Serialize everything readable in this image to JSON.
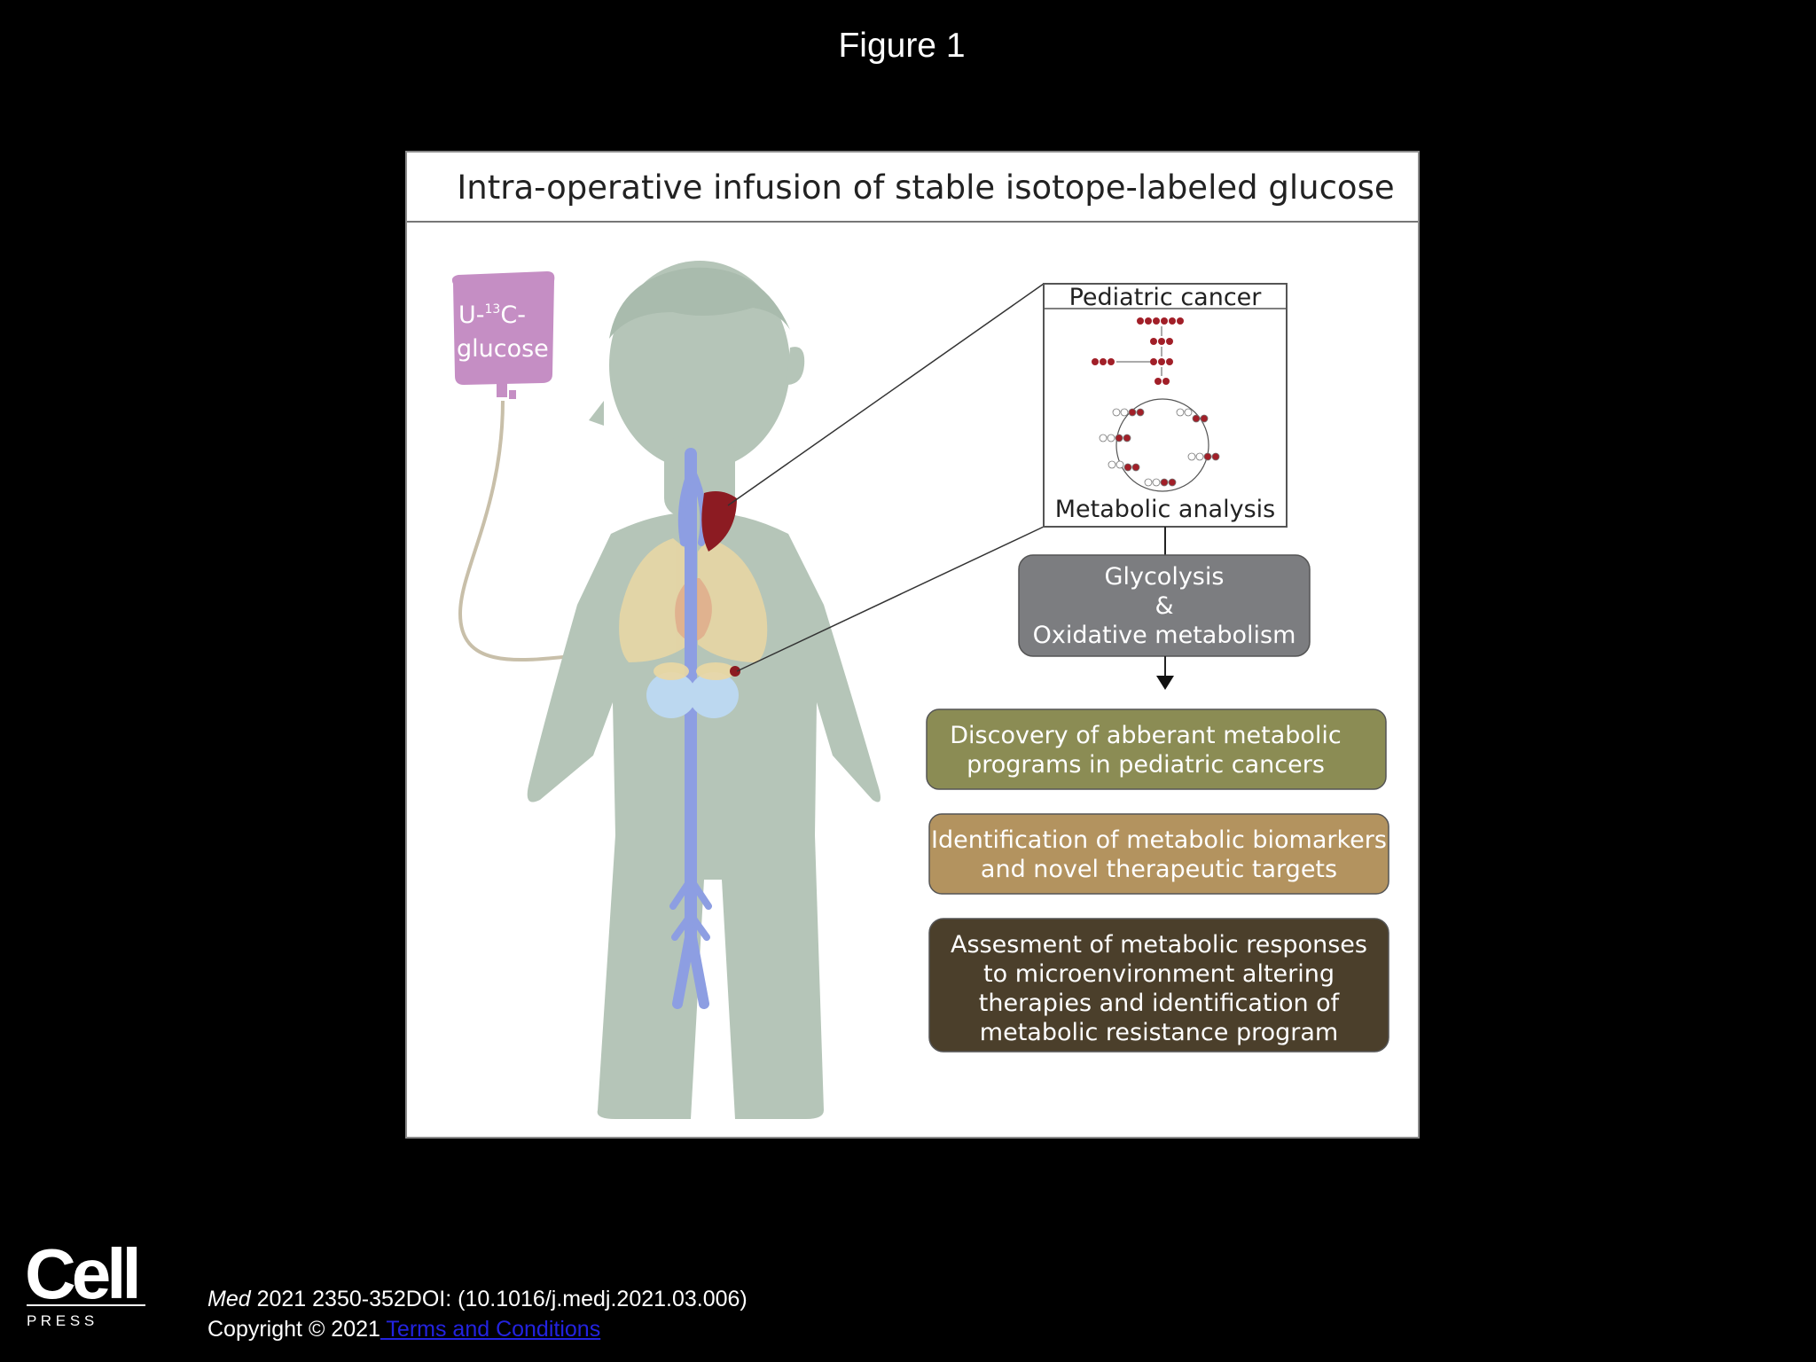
{
  "slide": {
    "title": "Figure 1"
  },
  "figure": {
    "heading": "Intra-operative infusion of stable isotope-labeled glucose",
    "iv_bag": {
      "line1": "U-",
      "superscript": "13",
      "line1_suffix": "C-",
      "line2": "glucose",
      "color": "#c58ec4"
    },
    "inset": {
      "title": "Pediatric cancer",
      "caption": "Metabolic analysis",
      "label_color": "#a11f28"
    },
    "process_box": {
      "line1": "Glycolysis",
      "line2": "&",
      "line3": "Oxidative metabolism",
      "color": "#7c7d80"
    },
    "outcomes": [
      {
        "line1": "Discovery of abberant metabolic",
        "line2": "programs in pediatric cancers",
        "color": "#8b8c54"
      },
      {
        "line1": "Identification of metabolic biomarkers",
        "line2": "and novel therapeutic targets",
        "color": "#b3935f"
      },
      {
        "line1": "Assesment of metabolic responses",
        "line2": "to microenvironment altering",
        "line3": "therapies and identification of",
        "line4": "metabolic resistance program",
        "color": "#4b3f2b"
      }
    ],
    "colors": {
      "child": "#b5c5b8",
      "vessels": "#8d9ee2",
      "tumor": "#8c1b22",
      "lungs": "#ead7a3",
      "kidneys": "#bcd8f0"
    }
  },
  "footer": {
    "logo_main": "Cell",
    "logo_sub": "P R E S S",
    "journal": "Med",
    "citation": " 2021 2350-352DOI: (10.1016/j.medj.2021.03.006)",
    "copyright": "Copyright © 2021",
    "terms_link": " Terms and Conditions"
  }
}
